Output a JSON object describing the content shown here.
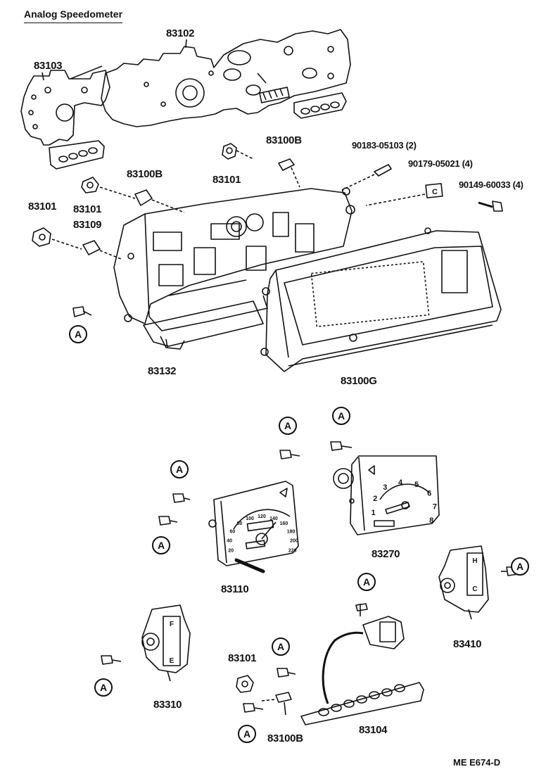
{
  "title": "Analog Speedometer",
  "diagram_code": "ME  E674-D",
  "ref_letter": "A",
  "parts": {
    "p83102": "83102",
    "p83103": "83103",
    "p83100b_top": "83100B",
    "p83101_top": "83101",
    "p90183": "90183-05103 (2)",
    "p90179": "90179-05021 (4)",
    "p90149": "90149-60033 (4)",
    "p83100b_left": "83100B",
    "p83101_left": "83101",
    "p83101_mid": "83101",
    "p83109": "83109",
    "p83132": "83132",
    "p83100g": "83100G",
    "p83270": "83270",
    "p83110": "83110",
    "p83410": "83410",
    "p83310": "83310",
    "p83101_bottom": "83101",
    "p83100b_bottom": "83100B",
    "p83104": "83104"
  },
  "gauges": {
    "tach_ticks": [
      "1",
      "2",
      "3",
      "4",
      "5",
      "6",
      "7",
      "8"
    ],
    "speedo_ticks": [
      "20",
      "40",
      "60",
      "80",
      "100",
      "120",
      "140",
      "160",
      "180",
      "200",
      "220"
    ],
    "fuel_marks": [
      "F",
      "E"
    ],
    "temp_marks": [
      "H",
      "C"
    ]
  }
}
